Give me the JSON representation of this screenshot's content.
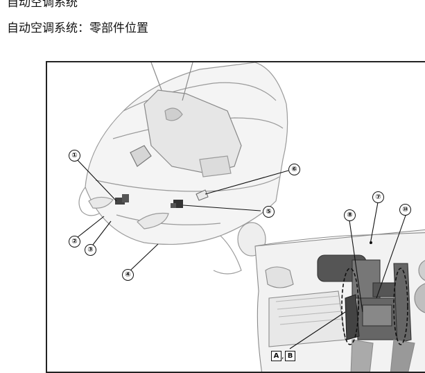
{
  "header": {
    "title": "自动空调系统",
    "subtitle": "自动空调系统：零部件位置"
  },
  "figure": {
    "callouts": [
      "①",
      "②",
      "③",
      "④",
      "⑤",
      "⑥",
      "⑦",
      "⑧",
      "⑩"
    ],
    "boxed_labels": [
      "A",
      "B"
    ],
    "separator": ","
  }
}
